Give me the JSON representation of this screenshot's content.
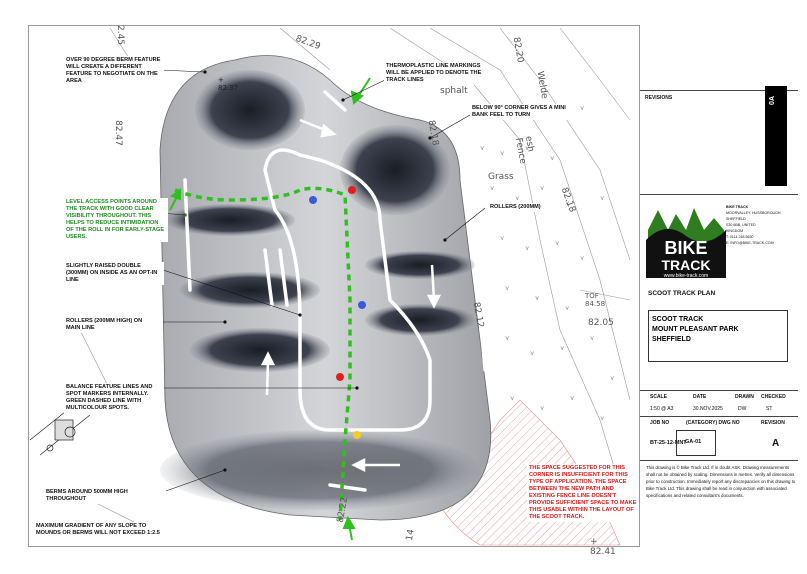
{
  "notes": {
    "berm": "OVER 90 DEGREE BERM FEATURE WILL CREATE A DIFFERENT FEATURE TO NEGOTIATE ON THE AREA",
    "thermoplastic": "THERMOPLASTIC LINE MARKINGS WILL BE APPLIED TO DENOTE THE TRACK LINES",
    "corner": "BELOW 90° CORNER GIVES A MINI BANK FEEL TO TURN",
    "access": "LEVEL ACCESS POINTS AROUND THE TRACK WITH GOOD CLEAR VISIBILITY THROUGHOUT. THIS HELPS TO REDUCE INTIMIDATION OF THE ROLL IN FOR EARLY-STAGE USERS.",
    "rollers_right": "ROLLERS (200MM)",
    "raised_double": "SLIGHTLY RAISED DOUBLE (300MM) ON INSIDE AS AN OPT-IN LINE",
    "rollers_main": "ROLLERS (200MM HIGH) ON MAIN LINE",
    "balance": "BALANCE FEATURE LINES AND SPOT MARKERS INTERNALLY. GREEN DASHED LINE WITH MULTICOLOUR SPOTS.",
    "berms_around": "BERMS AROUND 500MM HIGH THROUGHOUT",
    "gradient": "MAXIMUM GRADIENT OF ANY SLOPE TO MOUNDS OR BERMS WILL NOT EXCEED 1:2.5",
    "warning": "THE SPACE SUGGESTED FOR THIS CORNER IS INSUFFICIENT FOR THIS TYPE OF APPLICATION. THE SPACE BETWEEN THE NEW PATH AND EXISTING FENCE LINE DOESN'T PROVIDE SUFFICIENT SPACE TO MAKE THIS USABLE WITHIN THE LAYOUT OF THE SCOOT TRACK."
  },
  "map_labels": {
    "lvl_245": "2.45",
    "lvl_8229": "82.29",
    "lvl_8247": "82.47",
    "lvl_8220": "82.20",
    "lvl_8218a": "82.18",
    "lvl_8218b": "82.18",
    "lvl_8212": "82.12",
    "lvl_8205": "82.05",
    "lvl_8222": "82.22",
    "lvl_8241": "+ 82.41",
    "tof": "TOF 84.58",
    "grass": "Grass",
    "asphalt": "sphalt",
    "welded": "Welde",
    "fence": "esh Fence",
    "fourteen": "14",
    "spot_237": "+ 82.37"
  },
  "title_block": {
    "revisions_label": "REVISIONS",
    "revision_badge": "0A",
    "company_name": "BIKE TRACK",
    "company_address": [
      "MOORVALLEY, HUSSBOROUGH,",
      "SHEFFIELD",
      "S30 6BB, UNITED",
      "KINGDOM",
      "T: 0114 248 5630",
      "E: INFO@BIKE-TRACK.COM"
    ],
    "logo_top": "BIKE",
    "logo_bottom": "TRACK",
    "logo_url": "www.bike-track.com",
    "drawing_title": "SCOOT TRACK PLAN",
    "site_lines": [
      "SCOOT TRACK",
      "MOUNT PLEASANT PARK",
      "SHEFFIELD"
    ],
    "headers": [
      "SCALE",
      "DATE",
      "DRAWN",
      "CHECKED"
    ],
    "values": [
      "1:50 @ A3",
      "30.NOV.2025",
      "DW",
      "ST"
    ],
    "headers2": [
      "JOB NO",
      "(CATEGORY) DWG NO",
      "REVISION"
    ],
    "values2": [
      "BT-25-12-MNT",
      "GA-01",
      "A"
    ],
    "disclaimer": "This drawing is © Bike Track Ltd. If in doubt ASK. Drawing measurements shall not be obtained by scaling. Dimensions in metres. Verify all dimensions prior to construction. Immediately report any discrepancies on this drawing to Bike Track Ltd. This drawing shall be read in conjunction with associated specifications and related consultant's documents."
  },
  "colors": {
    "green_line": "#2fbf1f",
    "red_spot": "#e02020",
    "blue_spot": "#3a5bd8",
    "yellow_spot": "#f0d020",
    "warning_red": "#d61a1a",
    "logo_green": "#2e7d1f"
  }
}
